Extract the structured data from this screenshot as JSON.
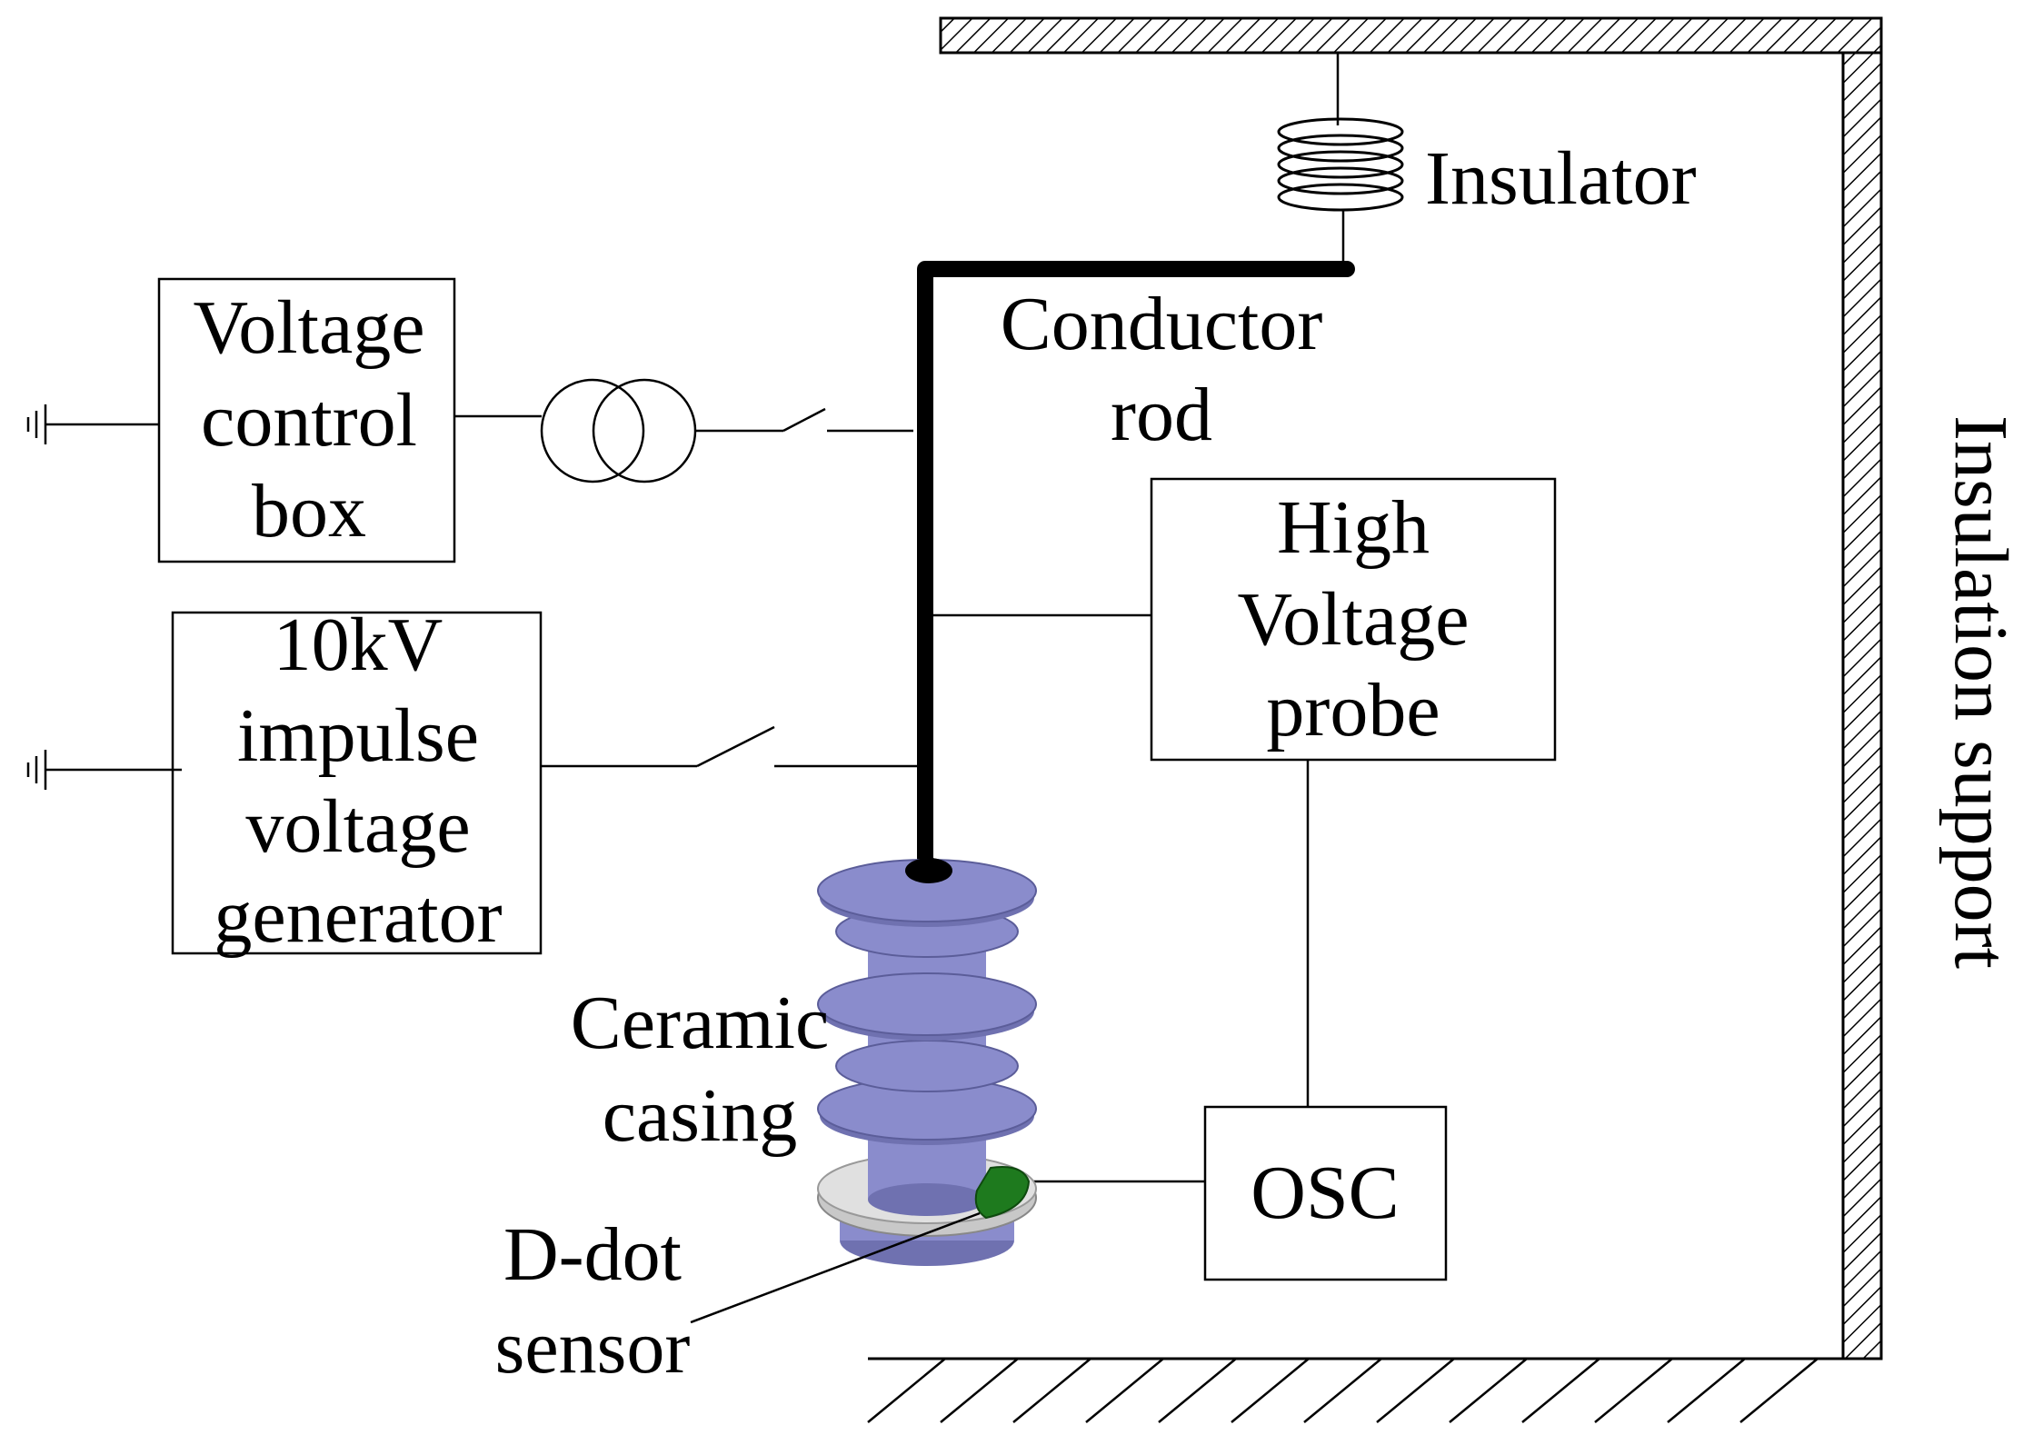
{
  "labels": {
    "voltage_control_box": [
      "Voltage",
      "control",
      "box"
    ],
    "impulse_generator": [
      "10kV",
      "impulse",
      "voltage",
      "generator"
    ],
    "high_voltage_probe": [
      "High",
      "Voltage",
      "probe"
    ],
    "osc": "OSC",
    "insulator": "Insulator",
    "conductor_rod": [
      "Conductor",
      "rod"
    ],
    "ceramic_casing": [
      "Ceramic",
      "casing"
    ],
    "d_dot_sensor": [
      "D-dot",
      "sensor"
    ],
    "insulation_support": "Insulation support"
  },
  "colors": {
    "casing": "#8a8ccc",
    "casing_dark": "#6f71b0",
    "sensor_ring": "#c8c8c8",
    "sensor_pcb": "#1e7a1e",
    "line": "#000000"
  }
}
